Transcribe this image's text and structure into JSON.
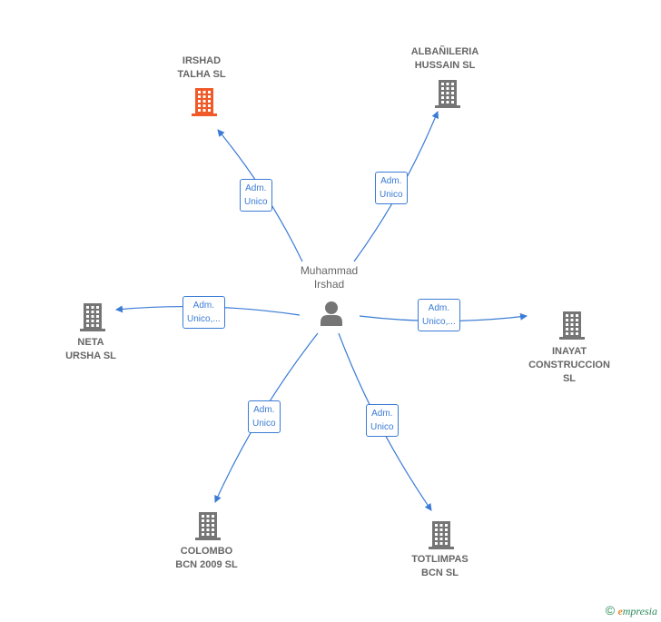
{
  "center": {
    "name": "Muhammad\nIrshad"
  },
  "companies": [
    {
      "id": "irshad",
      "name": "IRSHAD\nTALHA  SL",
      "highlight": true,
      "role": "Adm.\nUnico"
    },
    {
      "id": "albanileria",
      "name": "ALBAÑILERIA\nHUSSAIN SL",
      "highlight": false,
      "role": "Adm.\nUnico"
    },
    {
      "id": "neta",
      "name": "NETA\nURSHA SL",
      "highlight": false,
      "role": "Adm.\nUnico,..."
    },
    {
      "id": "inayat",
      "name": "INAYAT\nCONSTRUCCION\nSL",
      "highlight": false,
      "role": "Adm.\nUnico,..."
    },
    {
      "id": "colombo",
      "name": "COLOMBO\nBCN 2009 SL",
      "highlight": false,
      "role": "Adm.\nUnico"
    },
    {
      "id": "totlimpas",
      "name": "TOTLIMPAS\nBCN SL",
      "highlight": false,
      "role": "Adm.\nUnico"
    }
  ],
  "colors": {
    "edge": "#3a7bd5",
    "building": "#757575",
    "highlight": "#f05a28",
    "person": "#757575"
  },
  "footer": {
    "copyright": "©",
    "brand_initial": "e",
    "brand_rest": "mpresia"
  }
}
